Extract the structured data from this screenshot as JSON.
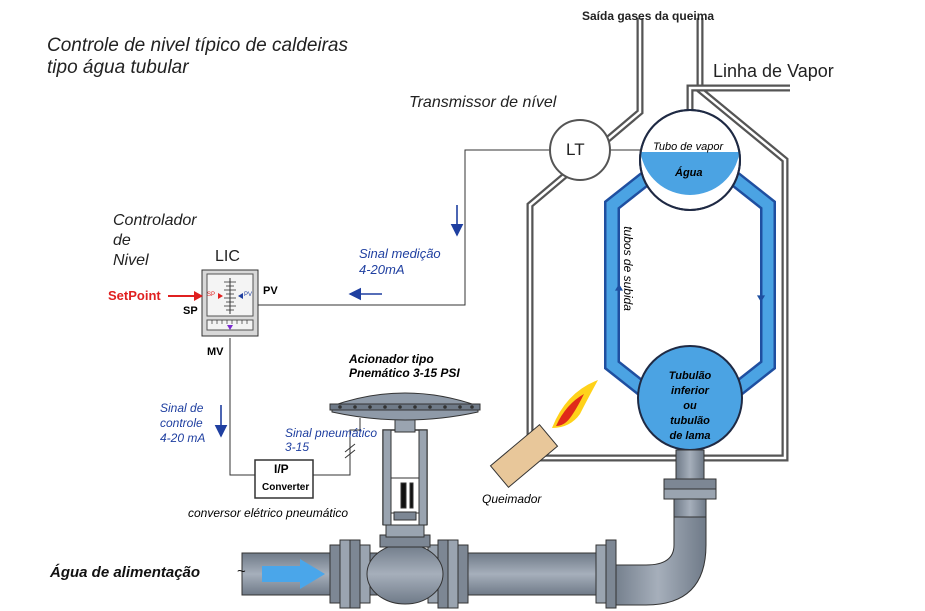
{
  "title_line1": "Controle de nivel típico de caldeiras",
  "title_line2": "tipo água tubular",
  "labels": {
    "exhaust": "Saída gases da queima",
    "steam_line": "Linha de Vapor",
    "level_transmitter": "Transmissor de nível",
    "lt": "LT",
    "steam_drum": "Tubo de vapor",
    "water": "Água",
    "riser_tubes": "tubos de subida",
    "controller_l1": "Controlador",
    "controller_l2": "de",
    "controller_l3": "Nivel",
    "lic": "LIC",
    "setpoint": "SetPoint",
    "sp_outer": "SP",
    "pv_outer": "PV",
    "mv": "MV",
    "sp_inner": "SP",
    "pv_inner": "PV",
    "measurement_signal_l1": "Sinal medição",
    "measurement_signal_l2": "4-20mA",
    "control_signal_l1": "Sinal de",
    "control_signal_l2": "controle",
    "control_signal_l3": "4-20 mA",
    "pneumatic_signal_l1": "Sinal pneumático",
    "pneumatic_signal_l2": "3-15",
    "actuator_l1": "Acionador tipo",
    "actuator_l2": "Pnemático 3-15 PSI",
    "ip": "I/P",
    "converter": "Converter",
    "converter_desc": "conversor elétrico pneumático",
    "burner": "Queimador",
    "mud_drum_l1": "Tubulão",
    "mud_drum_l2": "inferior",
    "mud_drum_l3": "ou",
    "mud_drum_l4": "tubulão",
    "mud_drum_l5": "de lama",
    "feed_water": "Água de alimentação"
  },
  "colors": {
    "water_blue": "#4ba3e3",
    "tube_outline": "#1f4fa0",
    "setpoint_red": "#e02020",
    "signal_blue": "#1f3fa0",
    "pipe_gray": "#8f9aa8",
    "flow_arrow": "#4aa6ea",
    "burner_body": "#e8c79a",
    "flame_red": "#e02a1a",
    "flame_yellow": "#ffd21a"
  }
}
